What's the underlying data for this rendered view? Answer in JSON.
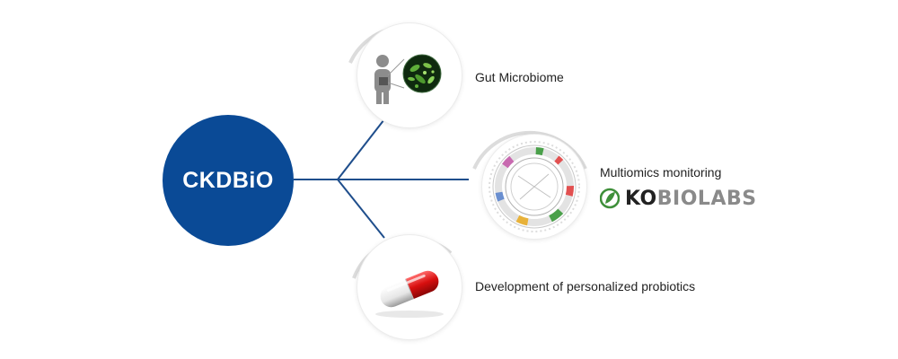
{
  "center": {
    "label": "CKDBiO",
    "color": "#0a4a96"
  },
  "branches": [
    {
      "id": "gut",
      "label": "Gut Microbiome",
      "icon": "person-microscope-icon"
    },
    {
      "id": "multiomics",
      "label": "Multiomics monitoring",
      "icon": "circos-plot-icon"
    },
    {
      "id": "probiotics",
      "label": "Development of personalized probiotics",
      "icon": "capsule-pill-icon"
    }
  ],
  "partner_logo": {
    "ko": "KO",
    "rest": "BIOLABS",
    "accent": "#3f8f3a"
  },
  "connector_color": "#1f4e8c"
}
